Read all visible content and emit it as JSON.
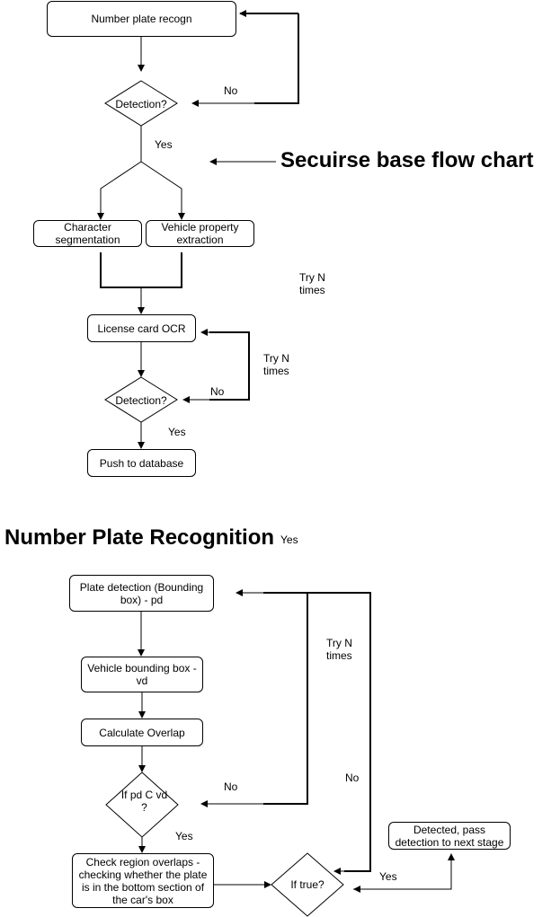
{
  "top": {
    "nodes": {
      "plate_recogn": "Number plate recogn",
      "detection_1": "Detection?",
      "char_seg": "Character segmentation",
      "vehicle_prop": "Vehicle property extraction",
      "license_ocr": "License card OCR",
      "detection_2": "Detection?",
      "push_db": "Push to database"
    },
    "labels": {
      "no_1": "No",
      "yes_1": "Yes",
      "try_n_1": "Try N times",
      "try_n_2": "Try N times",
      "no_2": "No",
      "yes_2": "Yes"
    },
    "title": "Secuirse base flow chart"
  },
  "bottom": {
    "title": "Number Plate Recognition",
    "title_yes": "Yes",
    "nodes": {
      "plate_detection": "Plate detection (Bounding box) - pd",
      "vehicle_bbox": "Vehicle bounding box - vd",
      "calc_overlap": "Calculate Overlap",
      "if_pd_vd": "If pd C vd ?",
      "check_region": "Check region overlaps - checking whether the plate is in the bottom section of the car's box",
      "if_true": "If true?",
      "detected_pass": "Detected, pass detection to next stage"
    },
    "labels": {
      "try_n": "Try N times",
      "no_1": "No",
      "no_2": "No",
      "yes_1": "Yes",
      "yes_2": "Yes"
    }
  }
}
